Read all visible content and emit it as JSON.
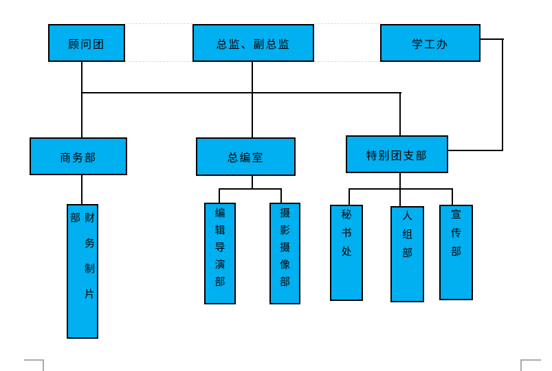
{
  "theme": {
    "background": "#ffffff",
    "node_fill": "#00b0f0",
    "node_border": "#000000",
    "connector": "#000000",
    "table_gridline": "#d9d9d9",
    "margin_mark": "#a9a9a9"
  },
  "nodes": {
    "advisors": {
      "label": "顾问团"
    },
    "directors": {
      "label": "总监、副总监"
    },
    "student_office": {
      "label": "学工办"
    },
    "business": {
      "label": "商务部"
    },
    "chief_editor": {
      "label": "总编室"
    },
    "league_branch": {
      "label": "特别团支部"
    },
    "finance_production": {
      "label": "财务制片部"
    },
    "edit_directing": {
      "label": "编辑导演部"
    },
    "photo_video": {
      "label": "摄影摄像部"
    },
    "secretariat": {
      "label": "秘书处"
    },
    "personnel": {
      "label": "人组部"
    },
    "publicity": {
      "label": "宣传部"
    }
  },
  "hierarchy": [
    {
      "parents": [
        "顾问团",
        "总监、副总监"
      ],
      "children": [
        "商务部",
        "总编室",
        "特别团支部"
      ]
    },
    {
      "parents": [
        "学工办"
      ],
      "children": [
        "特别团支部"
      ]
    },
    {
      "parents": [
        "商务部"
      ],
      "children": [
        "财务制片部"
      ]
    },
    {
      "parents": [
        "总编室"
      ],
      "children": [
        "编辑导演部",
        "摄影摄像部"
      ]
    },
    {
      "parents": [
        "特别团支部"
      ],
      "children": [
        "秘书处",
        "人组部",
        "宣传部"
      ]
    }
  ]
}
